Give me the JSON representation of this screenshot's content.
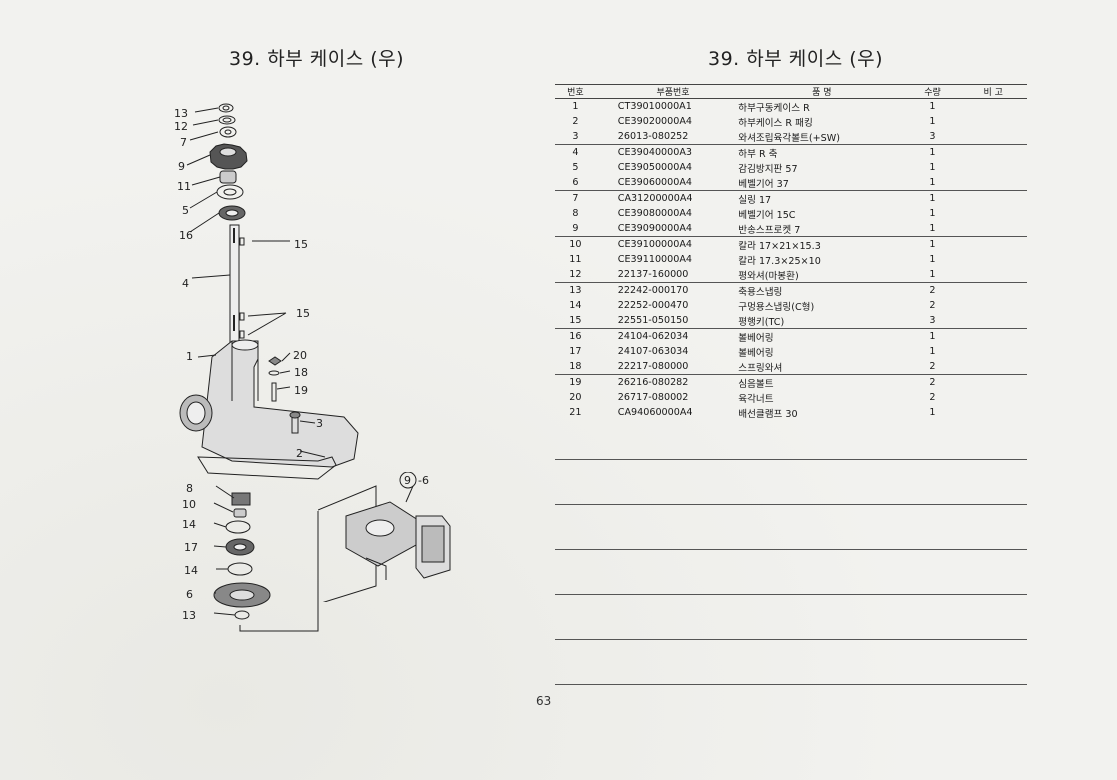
{
  "left_page": {
    "title": "39. 하부 케이스 (우)",
    "callouts": {
      "c13a": "13",
      "c12": "12",
      "c7": "7",
      "c9": "9",
      "c11": "11",
      "c5": "5",
      "c16": "16",
      "c15a": "15",
      "c4": "4",
      "c15b": "15",
      "c1": "1",
      "c20": "20",
      "c18": "18",
      "c19": "19",
      "c3": "3",
      "c2": "2",
      "c8": "8",
      "c10": "10",
      "c14a": "14",
      "c17": "17",
      "c14b": "14",
      "c6": "6",
      "c13b": "13",
      "c9_6": "9",
      "c9_6_suffix": "-6"
    }
  },
  "right_page": {
    "title": "39. 하부 케이스 (우)",
    "headers": [
      "번호",
      "부품번호",
      "품 명",
      "수량",
      "비 고"
    ],
    "rows": [
      {
        "no": "1",
        "part": "CT39010000A1",
        "name": "하부구동케이스 R",
        "qty": "1",
        "rem": ""
      },
      {
        "no": "2",
        "part": "CE39020000A4",
        "name": "하부케이스 R 패킹",
        "qty": "1",
        "rem": ""
      },
      {
        "no": "3",
        "part": "26013-080252",
        "name": "와셔조립육각볼트(+SW)",
        "qty": "3",
        "rem": ""
      },
      {
        "no": "4",
        "part": "CE39040000A3",
        "name": "하부 R 축",
        "qty": "1",
        "rem": ""
      },
      {
        "no": "5",
        "part": "CE39050000A4",
        "name": "감김방지판 57",
        "qty": "1",
        "rem": ""
      },
      {
        "no": "6",
        "part": "CE39060000A4",
        "name": "베벨기어 37",
        "qty": "1",
        "rem": ""
      },
      {
        "no": "7",
        "part": "CA31200000A4",
        "name": "실링 17",
        "qty": "1",
        "rem": ""
      },
      {
        "no": "8",
        "part": "CE39080000A4",
        "name": "베벨기어 15C",
        "qty": "1",
        "rem": ""
      },
      {
        "no": "9",
        "part": "CE39090000A4",
        "name": "반송스프로켓 7",
        "qty": "1",
        "rem": ""
      },
      {
        "no": "10",
        "part": "CE39100000A4",
        "name": "칼라 17×21×15.3",
        "qty": "1",
        "rem": ""
      },
      {
        "no": "11",
        "part": "CE39110000A4",
        "name": "칼라 17.3×25×10",
        "qty": "1",
        "rem": ""
      },
      {
        "no": "12",
        "part": "22137-160000",
        "name": "평와셔(마봉환)",
        "qty": "1",
        "rem": ""
      },
      {
        "no": "13",
        "part": "22242-000170",
        "name": "축용스냅링",
        "qty": "2",
        "rem": ""
      },
      {
        "no": "14",
        "part": "22252-000470",
        "name": "구멍용스냅링(C형)",
        "qty": "2",
        "rem": ""
      },
      {
        "no": "15",
        "part": "22551-050150",
        "name": "평행키(TC)",
        "qty": "3",
        "rem": ""
      },
      {
        "no": "16",
        "part": "24104-062034",
        "name": "볼베어링",
        "qty": "1",
        "rem": ""
      },
      {
        "no": "17",
        "part": "24107-063034",
        "name": "볼베어링",
        "qty": "1",
        "rem": ""
      },
      {
        "no": "18",
        "part": "22217-080000",
        "name": "스프링와셔",
        "qty": "2",
        "rem": ""
      },
      {
        "no": "19",
        "part": "26216-080282",
        "name": "심음볼트",
        "qty": "2",
        "rem": ""
      },
      {
        "no": "20",
        "part": "26717-080002",
        "name": "육각너트",
        "qty": "2",
        "rem": ""
      },
      {
        "no": "21",
        "part": "CA94060000A4",
        "name": "배선클램프 30",
        "qty": "1",
        "rem": ""
      }
    ],
    "page_number": "63"
  },
  "colors": {
    "ink": "#1a1a1a",
    "paper": "#f2f2ef",
    "rule": "#555555"
  }
}
